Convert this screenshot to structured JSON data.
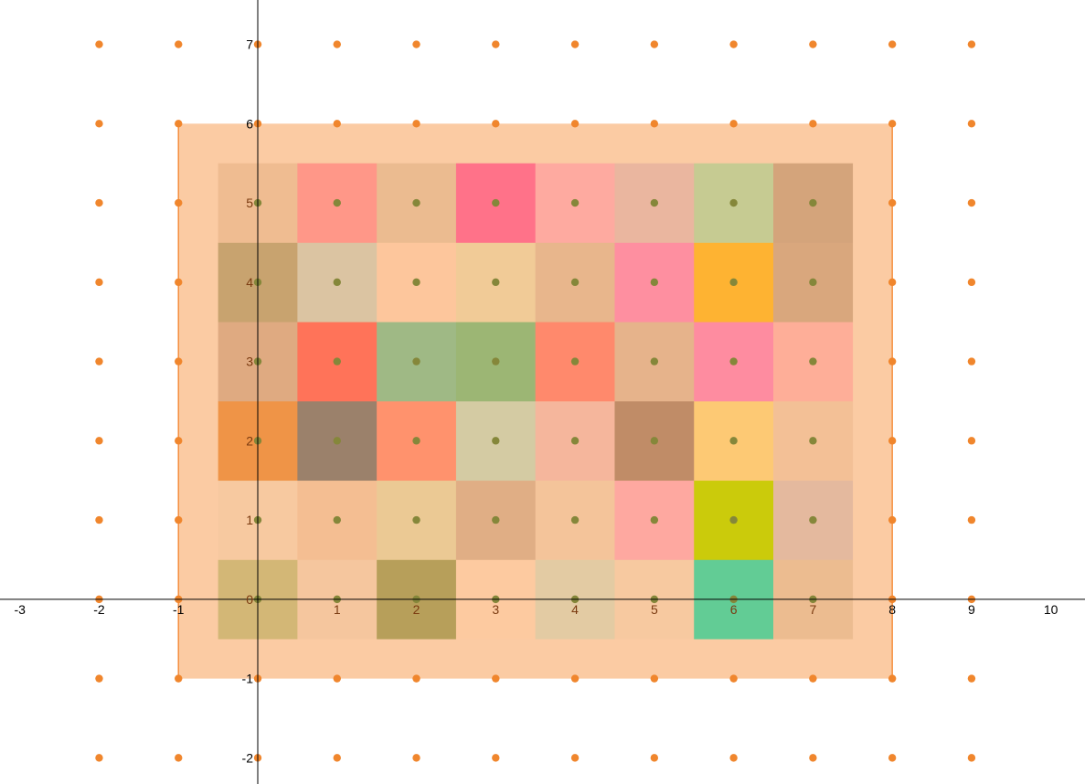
{
  "chart_data": {
    "type": "scatter",
    "xlim": [
      -3.25,
      10.43
    ],
    "ylim": [
      -2.33,
      7.56
    ],
    "grid": false,
    "x_ticks": [
      "-3",
      "-2",
      "-1",
      "",
      "1",
      "2",
      "3",
      "4",
      "5",
      "6",
      "7",
      "8",
      "9",
      "10"
    ],
    "x_tick_values": [
      -3,
      -2,
      -1,
      0,
      1,
      2,
      3,
      4,
      5,
      6,
      7,
      8,
      9,
      10
    ],
    "y_ticks": [
      "-2",
      "-1",
      "0",
      "1",
      "2",
      "3",
      "4",
      "5",
      "6",
      "7"
    ],
    "y_tick_values": [
      -2,
      -1,
      0,
      1,
      2,
      3,
      4,
      5,
      6,
      7
    ],
    "colors": {
      "axis": "#000000",
      "grid_point": "#f0862d",
      "inner_point": "#85873a",
      "region_fill": "#fbcba3",
      "region_edge": "#f59040"
    },
    "region": {
      "x": [
        -1,
        8
      ],
      "y": [
        -1,
        6
      ]
    },
    "grid_points": {
      "x": [
        -2,
        -1,
        0,
        1,
        2,
        3,
        4,
        5,
        6,
        7,
        8,
        9
      ],
      "y": [
        -2,
        -1,
        0,
        1,
        2,
        3,
        4,
        5,
        6,
        7
      ]
    },
    "inner_points": {
      "x": [
        0,
        1,
        2,
        3,
        4,
        5,
        6,
        7
      ],
      "y": [
        0,
        1,
        2,
        3,
        4,
        5
      ]
    },
    "cells": {
      "x_start": -0.5,
      "y_start": -0.5,
      "colors": [
        [
          "#d3b776",
          "#f5c69e",
          "#b79f5a",
          "#fdcaa0",
          "#e3cba3",
          "#f7c9a0",
          "#62cc95",
          "#ecbc90"
        ],
        [
          "#f7c9a0",
          "#f4be92",
          "#ebc994",
          "#e0ae85",
          "#f4c49a",
          "#fea8a0",
          "#cbcb0b",
          "#e4b99e"
        ],
        [
          "#ef9447",
          "#9b816b",
          "#ff926d",
          "#d4cba3",
          "#f5b69c",
          "#c08c67",
          "#fdc974",
          "#f3c096"
        ],
        [
          "#dfaa81",
          "#ff7359",
          "#9fb985",
          "#9cb674",
          "#ff896c",
          "#e6b38b",
          "#fe8ca0",
          "#feae98"
        ],
        [
          "#c8a36f",
          "#dbc4a2",
          "#fdc69c",
          "#f1cb97",
          "#e8b68c",
          "#fe8fa0",
          "#feb332",
          "#d9a77d"
        ],
        [
          "#efbc91",
          "#ff9788",
          "#ebbb90",
          "#ff7289",
          "#feaaa0",
          "#eab69f",
          "#c6cb92",
          "#d4a47b"
        ]
      ]
    }
  }
}
